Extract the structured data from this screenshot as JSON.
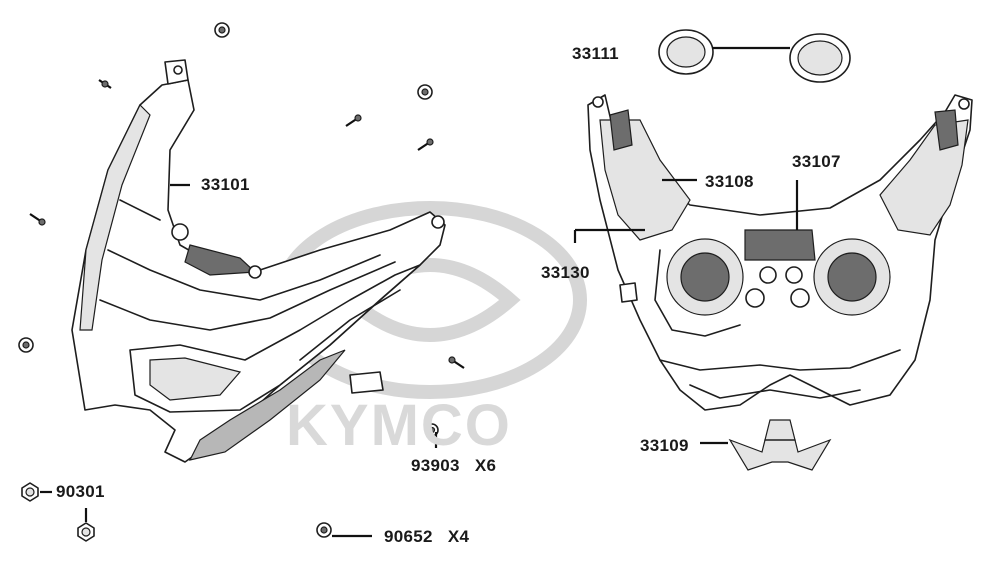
{
  "watermark": {
    "brand": "KYMCO"
  },
  "callouts": [
    {
      "id": "33111",
      "text": "33111"
    },
    {
      "id": "33101",
      "text": "33101"
    },
    {
      "id": "33108",
      "text": "33108"
    },
    {
      "id": "33107",
      "text": "33107"
    },
    {
      "id": "33130",
      "text": "33130"
    },
    {
      "id": "33109",
      "text": "33109"
    },
    {
      "id": "90301",
      "text": "90301"
    },
    {
      "id": "93903",
      "text": "93903   X6"
    },
    {
      "id": "90652",
      "text": "90652   X4"
    }
  ]
}
